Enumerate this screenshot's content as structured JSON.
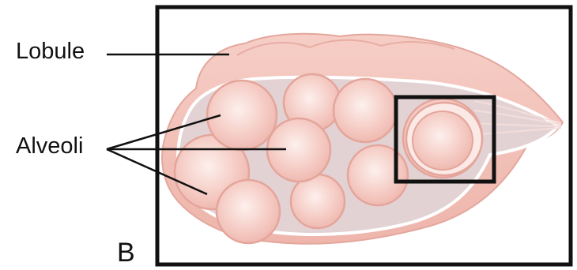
{
  "labels": {
    "lobule": "Lobule",
    "alveoli": "Alveoli",
    "panel": "B"
  },
  "colors": {
    "tissue_fill": "#f3c4bc",
    "tissue_outline": "#e3a79d",
    "alveolus_fill": "#f6cfc8",
    "alveolus_highlight": "#fbe7e3",
    "cavity": "#e6d4d6",
    "frame": "#111111"
  }
}
